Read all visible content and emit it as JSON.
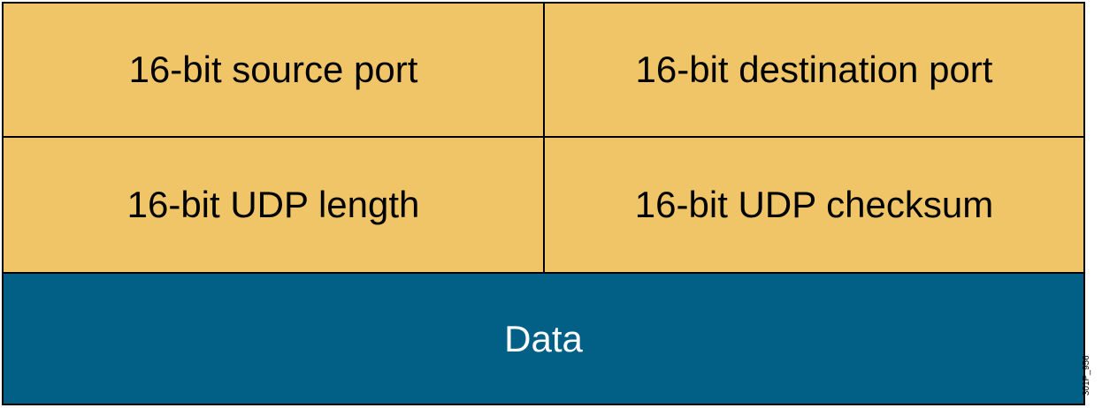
{
  "header": {
    "source_port": "16-bit source port",
    "destination_port": "16-bit destination port",
    "udp_length": "16-bit UDP length",
    "udp_checksum": "16-bit UDP checksum"
  },
  "payload": {
    "label": "Data"
  },
  "figure_id": "301P_956",
  "colors": {
    "header_fill": "#efc567",
    "data_fill": "#025f86",
    "border": "#000000",
    "data_text": "#ffffff"
  }
}
